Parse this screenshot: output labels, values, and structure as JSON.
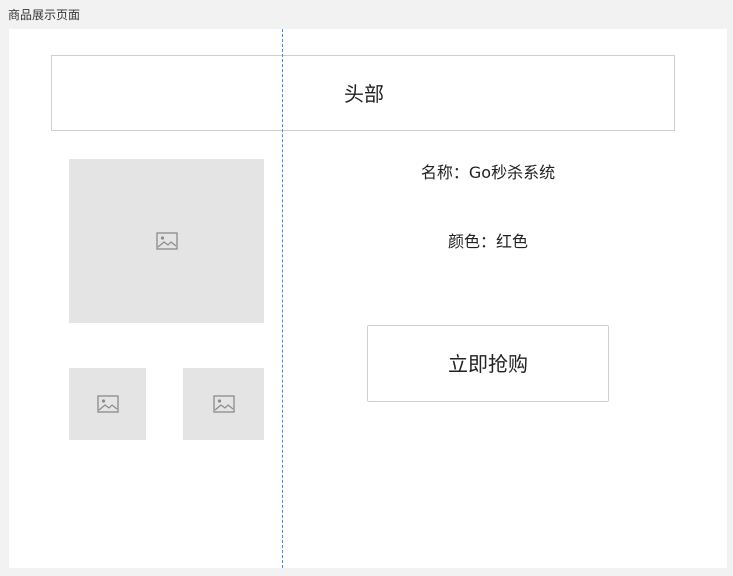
{
  "page": {
    "title": "商品展示页面"
  },
  "header": {
    "label": "头部"
  },
  "images": {
    "main_icon": "image-icon",
    "thumb1_icon": "image-icon",
    "thumb2_icon": "image-icon"
  },
  "product": {
    "name_label": "名称：Go秒杀系统",
    "color_label": "颜色：红色"
  },
  "actions": {
    "buy_label": "立即抢购"
  },
  "colors": {
    "guide_line": "#3d8ee8",
    "placeholder_bg": "#e4e4e4",
    "border": "#cfcfcf",
    "page_bg": "#f2f2f2"
  }
}
